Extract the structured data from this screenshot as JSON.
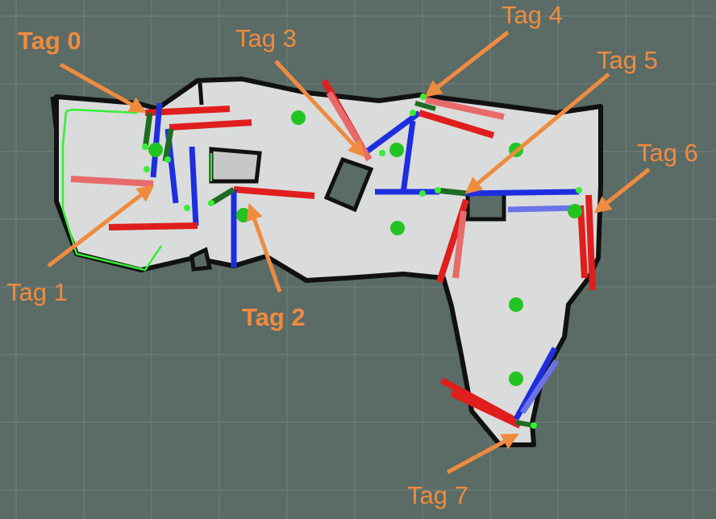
{
  "colors": {
    "background": "#5b6b66",
    "grid": "#6b7a75",
    "free_space": "#d9dcdb",
    "obstacle": "#111111",
    "x_axis": "#e01e1e",
    "y_axis": "#1d2ee0",
    "z_axis": "#1f6b23",
    "node": "#22c422",
    "laser_outline": "#34ef34",
    "annotation": "#ef8b3f"
  },
  "legend": "none",
  "tags": [
    {
      "id": 0,
      "label": "Tag 0",
      "bold": true
    },
    {
      "id": 1,
      "label": "Tag 1",
      "bold": false
    },
    {
      "id": 2,
      "label": "Tag 2",
      "bold": true
    },
    {
      "id": 3,
      "label": "Tag 3",
      "bold": false
    },
    {
      "id": 4,
      "label": "Tag 4",
      "bold": false
    },
    {
      "id": 5,
      "label": "Tag 5",
      "bold": false
    },
    {
      "id": 6,
      "label": "Tag 6",
      "bold": false
    },
    {
      "id": 7,
      "label": "Tag 7",
      "bold": false
    }
  ],
  "waypoint_count": 9
}
